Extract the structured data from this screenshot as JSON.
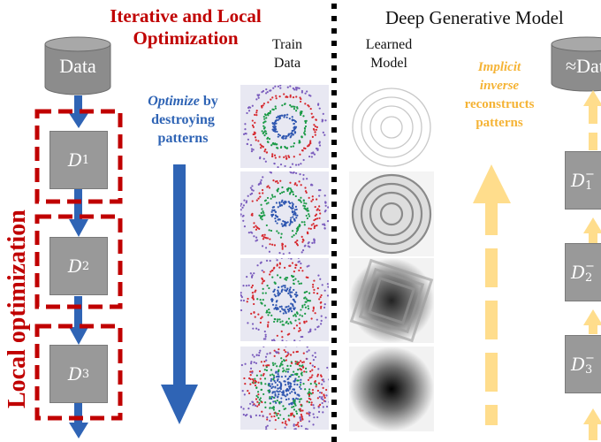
{
  "left_panel": {
    "title_line1": "Iterative and Local",
    "title_line2": "Optimization",
    "data_label": "Data",
    "vertical_label": "Local optimization",
    "blocks": [
      {
        "label": "D",
        "sub": "1"
      },
      {
        "label": "D",
        "sub": "2"
      },
      {
        "label": "D",
        "sub": "3"
      }
    ],
    "optimize_text": {
      "italic": "Optimize",
      "rest": " by",
      "line2": "destroying",
      "line3": "patterns"
    },
    "colors": {
      "red": "#c00000",
      "blue": "#2f64b5",
      "gray_box": "#999999"
    }
  },
  "train_data": {
    "header_line1": "Train",
    "header_line2": "Data",
    "panels": [
      "rings-clean",
      "rings-squarish",
      "rings-noisier",
      "rings-scattered"
    ],
    "ring_colors": [
      "#2f56b0",
      "#1a9a46",
      "#d6282e",
      "#7a5cbd"
    ]
  },
  "right_panel": {
    "title": "Deep Generative Model",
    "learned_header_line1": "Learned",
    "learned_header_line2": "Model",
    "learned_panels": [
      "density-rings-faint",
      "density-rings-dark",
      "density-blocky",
      "density-gaussian"
    ],
    "inverse_text": {
      "line1": "Implicit",
      "line2": "inverse",
      "line3": "reconstructs",
      "line4": "patterns"
    },
    "approx_data_label": "≈Data",
    "inverse_blocks": [
      {
        "label": "D",
        "sub": "1",
        "sup": "−"
      },
      {
        "label": "D",
        "sub": "2",
        "sup": "−"
      },
      {
        "label": "D",
        "sub": "3",
        "sup": "−"
      }
    ],
    "colors": {
      "gold": "#f5b335",
      "light_gold": "#ffdd8c"
    }
  }
}
